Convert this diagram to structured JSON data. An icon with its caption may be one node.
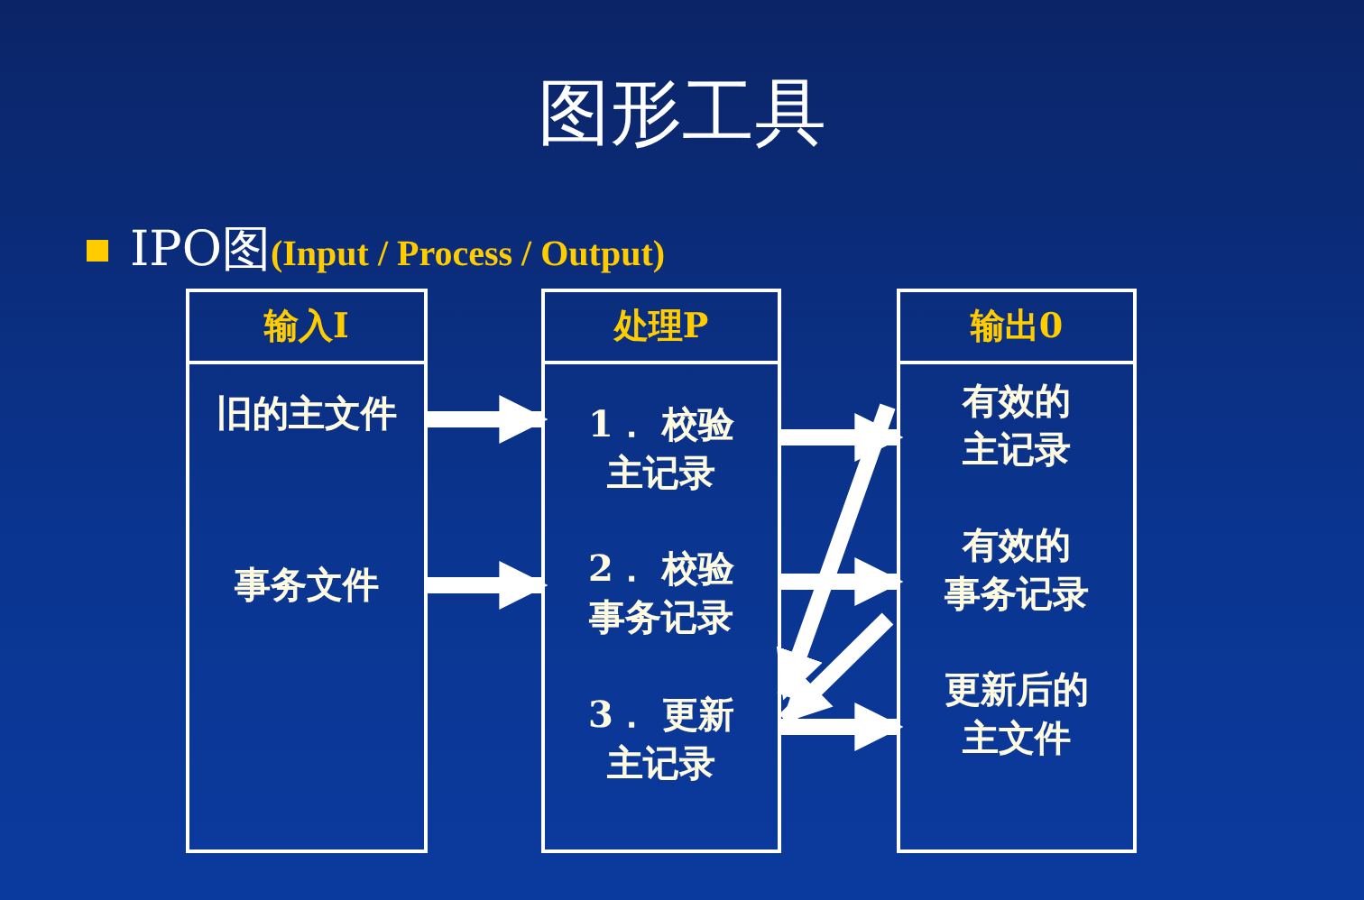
{
  "diagram": {
    "title": "图形工具",
    "nodes": [
      {
        "text": [
          "输入I"
        ]
      },
      {
        "text": [
          "旧的主文件"
        ],
        "in": 0
      },
      {
        "text": [
          "事务文件"
        ],
        "in": 0
      },
      {
        "text": [
          "处理P"
        ]
      },
      {
        "text": [
          "1． 校验主记录"
        ],
        "in": 3
      },
      {
        "text": [
          "2． 校验事务记录"
        ],
        "in": 3
      },
      {
        "text": [
          "3． 更新主记录"
        ],
        "in": 3
      },
      {
        "text": [
          "输出0"
        ]
      },
      {
        "text": [
          "有效的主记录"
        ],
        "in": 7
      },
      {
        "text": [
          "有效的事务记录"
        ],
        "in": 7
      },
      {
        "text": [
          "更新后的主文件"
        ],
        "in": 7
      }
    ],
    "edges": [
      {
        "from": 1,
        "to": 4,
        "arrow": "to"
      },
      {
        "from": 2,
        "to": 5,
        "arrow": "to"
      },
      {
        "from": 4,
        "to": 8,
        "arrow": "to"
      },
      {
        "from": 5,
        "to": 9,
        "arrow": "to"
      },
      {
        "from": 8,
        "to": 6,
        "arrow": "to"
      },
      {
        "from": 9,
        "to": 6,
        "arrow": "to"
      },
      {
        "from": 6,
        "to": 10,
        "arrow": "to"
      }
    ],
    "labels": [
      "IPO图**(Input / Process / Output)**"
    ]
  }
}
